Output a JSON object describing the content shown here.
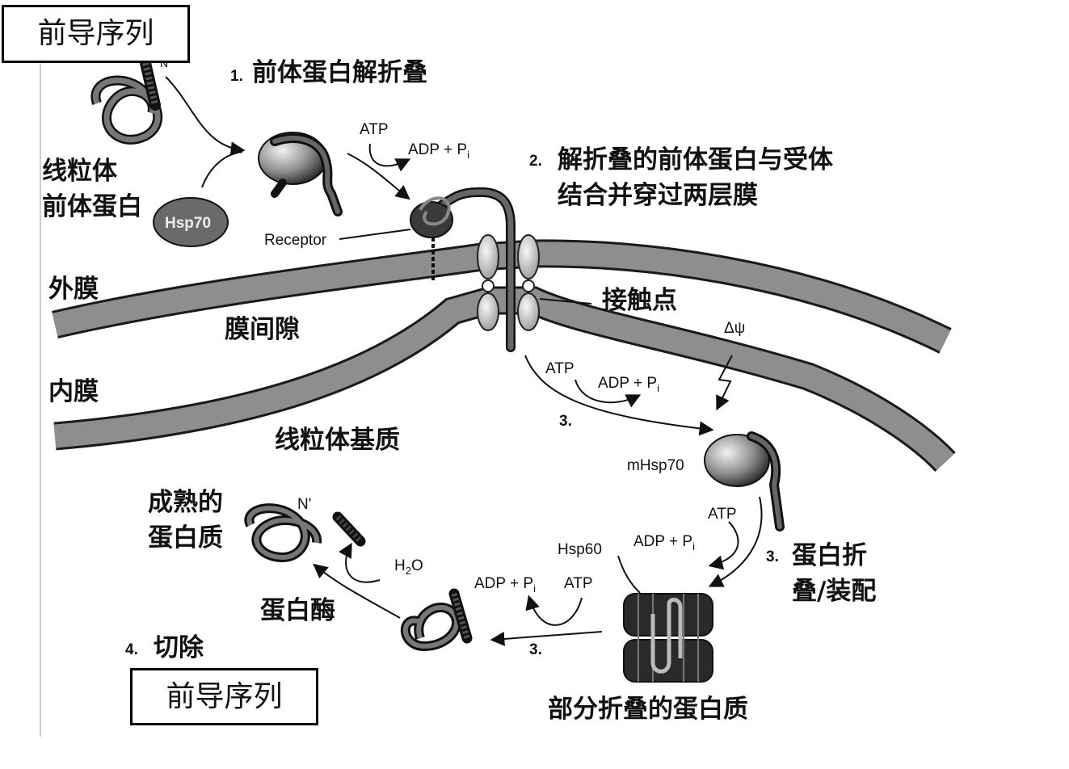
{
  "boxes": {
    "top_left": "前导序列",
    "bottom": "前导序列"
  },
  "steps": {
    "s1_num": "1.",
    "s1_text": "前体蛋白解折叠",
    "s2_num": "2.",
    "s2_line1": "解折叠的前体蛋白与受体",
    "s2_line2": "结合并穿过两层膜",
    "s3_num": "3.",
    "s3_line1": "蛋白折",
    "s3_line2": "叠/装配",
    "s3_arrow_a": "3.",
    "s3_arrow_b": "3.",
    "s4_num": "4.",
    "s4_text": "切除"
  },
  "regions": {
    "outer_membrane": "外膜",
    "intermembrane_space": "膜间隙",
    "inner_membrane": "内膜",
    "matrix": "线粒体基质",
    "contact_site": "接触点"
  },
  "labels": {
    "precursor_line1": "线粒体",
    "precursor_line2": "前体蛋白",
    "hsp70": "Hsp70",
    "receptor": "Receptor",
    "delta_psi": "Δψ",
    "mhsp70": "mHsp70",
    "hsp60": "Hsp60",
    "n_terminus": "N",
    "mature_line1": "成熟的",
    "mature_line2": "蛋白质",
    "n_prime": "N'",
    "h2o": "H",
    "h2o_sub": "2",
    "h2o_o": "O",
    "protease": "蛋白酶",
    "partially_folded": "部分折叠的蛋白质"
  },
  "reactions": {
    "atp": "ATP",
    "adp_pi": "ADP + P",
    "pi_sub": "i"
  }
}
